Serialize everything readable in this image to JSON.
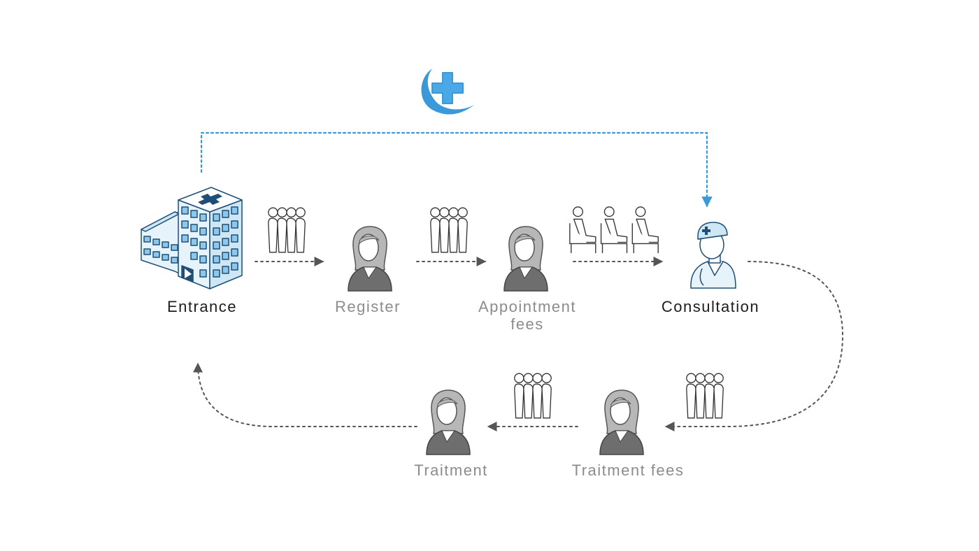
{
  "colors": {
    "accent_blue": "#3a9ad9",
    "dark_blue": "#1f4f77",
    "light_blue": "#cfe6f5",
    "grey_figure": "#6e6e6e",
    "grey_hair": "#b7b7b7",
    "connector_grey": "#555555",
    "label_dark": "#1d1d1b",
    "label_grey": "#8c8c8c"
  },
  "steps": [
    {
      "id": "entrance",
      "label": "Entrance",
      "icon": "hospital-building-icon",
      "emphasis": "dark"
    },
    {
      "id": "register",
      "label": "Register",
      "icon": "receptionist-icon",
      "emphasis": "grey"
    },
    {
      "id": "appointment-fees",
      "label": "Appointment\nfees",
      "icon": "cashier-icon",
      "emphasis": "grey"
    },
    {
      "id": "consultation",
      "label": "Consultation",
      "icon": "doctor-icon",
      "emphasis": "dark"
    },
    {
      "id": "traitment-fees",
      "label": "Traitment fees",
      "icon": "cashier-icon",
      "emphasis": "grey"
    },
    {
      "id": "traitment",
      "label": "Traitment",
      "icon": "nurse-icon",
      "emphasis": "grey"
    }
  ],
  "queues": [
    {
      "between": [
        "entrance",
        "register"
      ],
      "icon": "waiting-queue-icon"
    },
    {
      "between": [
        "register",
        "appointment-fees"
      ],
      "icon": "waiting-queue-icon"
    },
    {
      "between": [
        "appointment-fees",
        "consultation"
      ],
      "icon": "waiting-chairs-icon"
    },
    {
      "between": [
        "consultation",
        "traitment-fees"
      ],
      "icon": "waiting-queue-icon"
    },
    {
      "between": [
        "traitment-fees",
        "traitment"
      ],
      "icon": "waiting-queue-icon"
    }
  ],
  "shortcut": {
    "from": "entrance",
    "to": "consultation",
    "icon": "medical-cross-icon",
    "style": "dotted-blue"
  }
}
